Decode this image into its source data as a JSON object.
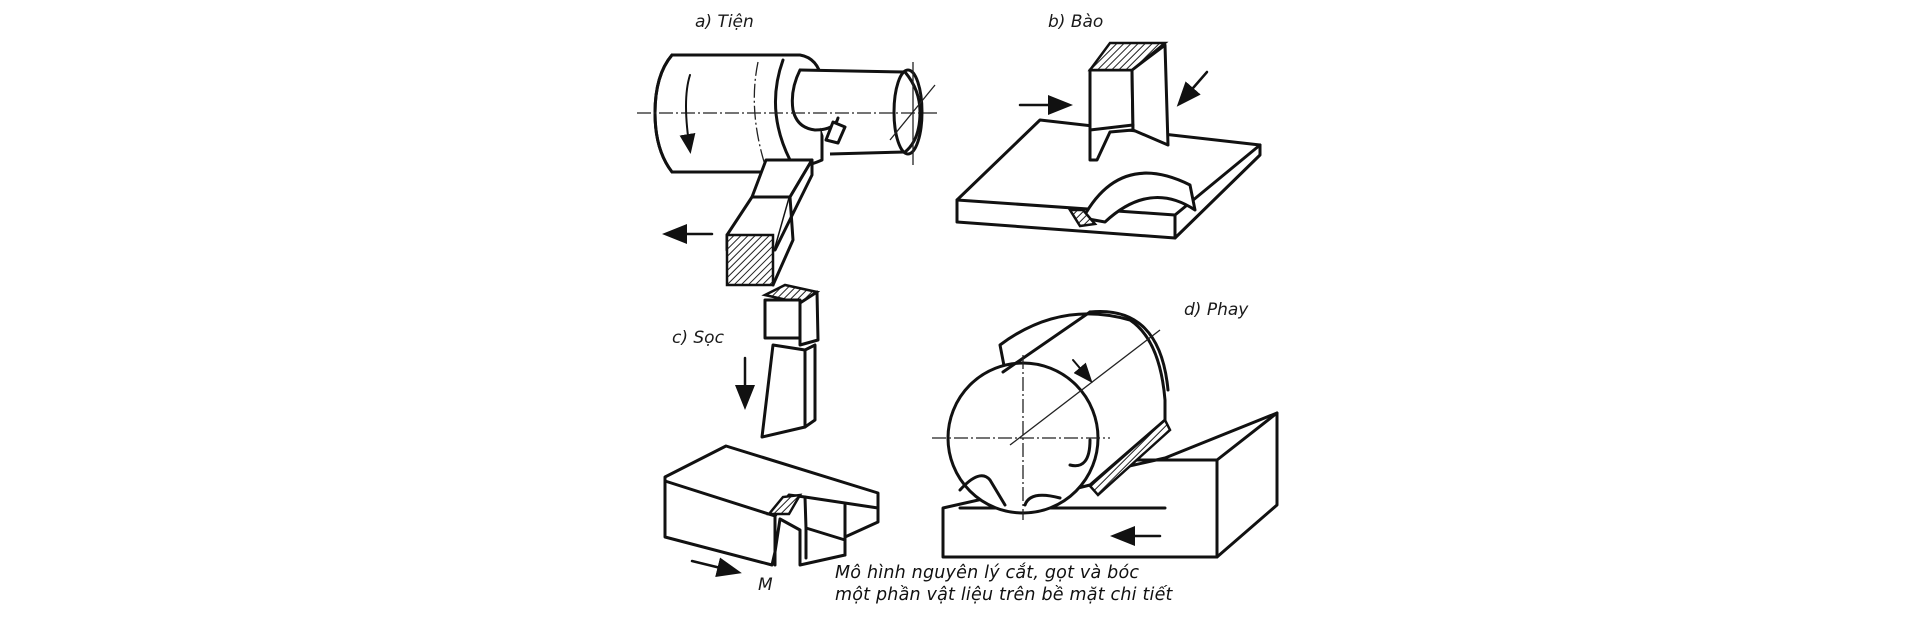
{
  "figure": {
    "panels": [
      {
        "id": "a",
        "label": "a) Tiện"
      },
      {
        "id": "b",
        "label": "b) Bào"
      },
      {
        "id": "c",
        "label": "c) Sọc"
      },
      {
        "id": "d",
        "label": "d) Phay"
      }
    ],
    "motion_label": "M",
    "caption": {
      "line1": "Mô hình nguyên lý cắt, gọt và bóc",
      "line2": "một phần vật liệu trên bề mặt chi tiết"
    }
  },
  "colors": {
    "background": "#ffffff",
    "ink": "#111111"
  }
}
